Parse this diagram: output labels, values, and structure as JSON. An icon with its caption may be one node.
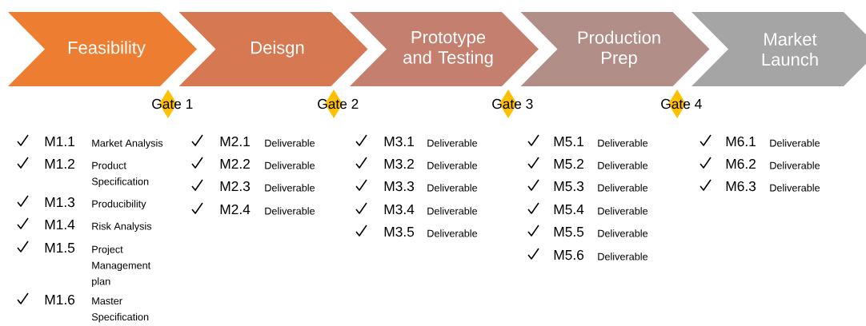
{
  "diagram": {
    "nodes": [
      {
        "text": [
          "Feasibility"
        ]
      },
      {
        "text": [
          "Deisgn"
        ]
      },
      {
        "text": [
          "Prototype and Testing"
        ]
      },
      {
        "text": [
          "Production Prep"
        ]
      },
      {
        "text": [
          "Market Launch"
        ]
      },
      {
        "text": [
          "Gate 1"
        ]
      },
      {
        "text": [
          "Gate 2"
        ]
      },
      {
        "text": [
          "Gate 3"
        ]
      },
      {
        "text": [
          "Gate 4"
        ]
      }
    ],
    "labels": [
      "M1.1",
      "Market Analysis",
      "M1.2",
      "Product Specification",
      "M1.3",
      "Producibility",
      "M1.4",
      "Risk Analysis",
      "M1.5",
      "Project Management plan",
      "M1.6",
      "Master Specification",
      "M2.1",
      "Deliverable",
      "M2.2",
      "Deliverable",
      "M2.3",
      "Deliverable",
      "M2.4",
      "Deliverable",
      "M3.1",
      "Deliverable",
      "M3.2",
      "Deliverable",
      "M3.3",
      "Deliverable",
      "M3.4",
      "Deliverable",
      "M3.5",
      "Deliverable",
      "M5.1",
      "Deliverable",
      "M5.2",
      "Deliverable",
      "M5.3",
      "Deliverable",
      "M5.4",
      "Deliverable",
      "M5.5",
      "Deliverable",
      "M5.6",
      "Deliverable",
      "M6.1",
      "Deliverable",
      "M6.2",
      "Deliverable",
      "M6.3",
      "Deliverable"
    ]
  }
}
